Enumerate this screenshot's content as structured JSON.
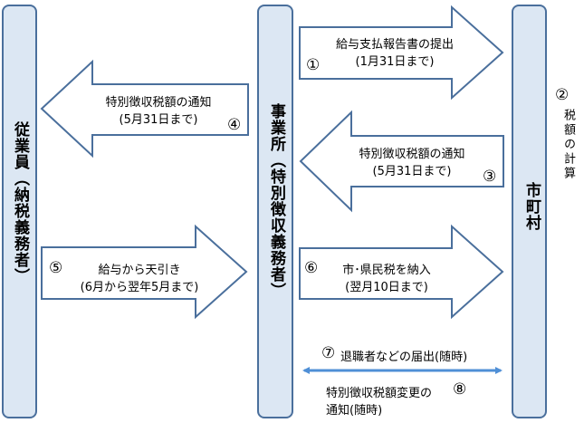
{
  "colors": {
    "column_fill": "#dce7f3",
    "outline": "#4a6f9c",
    "arrow_fill": "#ffffff",
    "double_arrow": "#4f8fd6"
  },
  "columns": {
    "employee": "従業員（納税義務者）",
    "employer": "事業所（特別徴収義務者）",
    "municipality": "市町村"
  },
  "step2": {
    "number": "②",
    "text": "税額の計算"
  },
  "arrows": [
    {
      "number": "①",
      "line1": "給与支払報告書の提出",
      "line2": "(1月31日まで)",
      "direction": "right"
    },
    {
      "number": "④",
      "line1": "特別徴収税額の通知",
      "line2": "(5月31日まで)",
      "direction": "left"
    },
    {
      "number": "③",
      "line1": "特別徴収税額の通知",
      "line2": "(5月31日まで)",
      "direction": "left"
    },
    {
      "number": "⑤",
      "line1": "給与から天引き",
      "line2": "(6月から翌年5月まで)",
      "direction": "right"
    },
    {
      "number": "⑥",
      "line1": "市･県民税を納入",
      "line2": "(翌月10日まで)",
      "direction": "right"
    }
  ],
  "bottom": {
    "step7_number": "⑦",
    "step7_text": "退職者などの届出(随時)",
    "step8_line1": "特別徴収税額変更の",
    "step8_number": "⑧",
    "step8_line2": "通知(随時)"
  }
}
